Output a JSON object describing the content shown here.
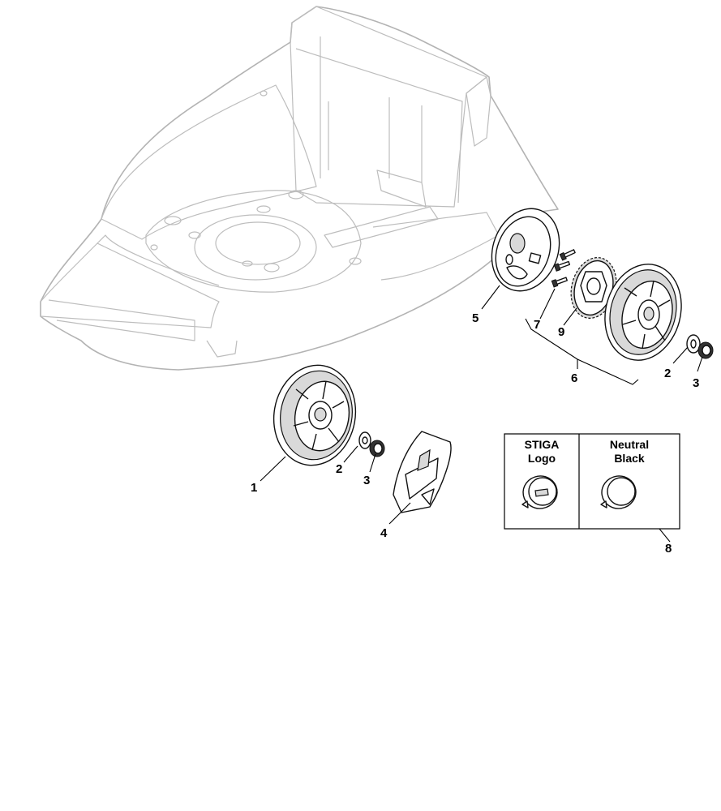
{
  "callouts": {
    "wheel_front": "1",
    "washer_front": "2",
    "nut_front": "3",
    "hubcap_front": "4",
    "hubcap_rear": "5",
    "wheel_rear_assembly": "6",
    "screws": "7",
    "option_box": "8",
    "gear": "9",
    "washer_rear": "2",
    "nut_rear": "3"
  },
  "option_box": {
    "left_line1": "STIGA",
    "left_line2": "Logo",
    "right_line1": "Neutral",
    "right_line2": "Black"
  },
  "icons": [
    "mower-deck-icon",
    "wheel-icon",
    "hubcap-icon",
    "gear-icon",
    "washer-icon",
    "nut-icon",
    "screw-icon",
    "cap-icon"
  ]
}
